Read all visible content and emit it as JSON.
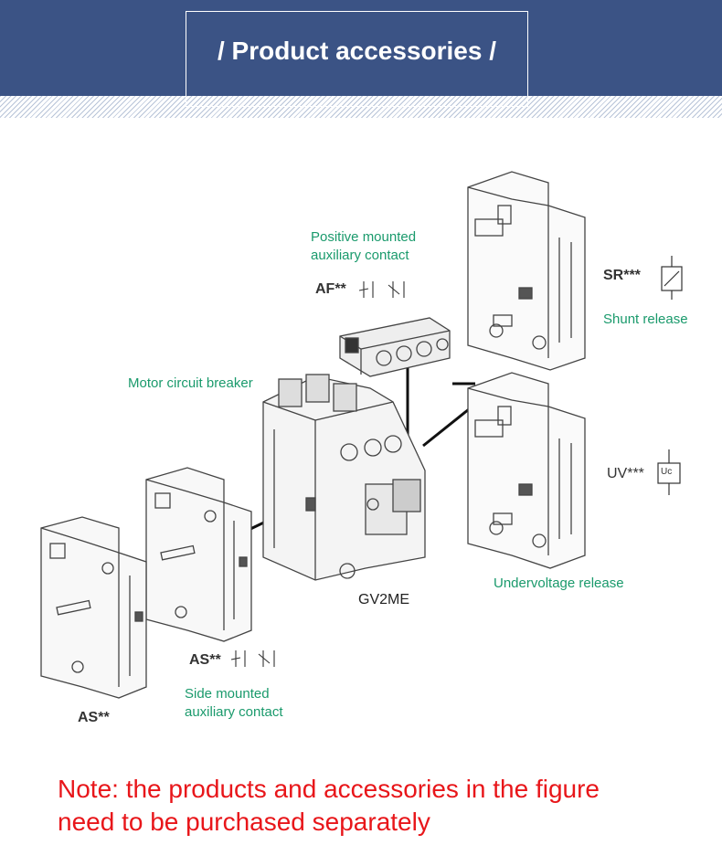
{
  "header": {
    "title": "/ Product accessories /",
    "background_color": "#3b5385"
  },
  "diagram": {
    "labels": {
      "positive_mounted": [
        "Positive mounted",
        "auxiliary contact"
      ],
      "af_code": "AF**",
      "sr_code": "SR***",
      "shunt_release": "Shunt release",
      "motor_circuit_breaker": "Motor circuit breaker",
      "uv_code": "UV***",
      "uc_symbol": "Uc",
      "undervoltage_release": "Undervoltage release",
      "gv2me": "GV2ME",
      "as_code_mid": "AS**",
      "side_mounted": [
        "Side mounted",
        "auxiliary contact"
      ],
      "as_code_left": "AS**"
    },
    "accent_color": "#1a9a6c"
  },
  "note": {
    "lines": [
      "Note: the products and accessories in the figure",
      "need to be purchased separately"
    ],
    "color": "#e8161a"
  }
}
